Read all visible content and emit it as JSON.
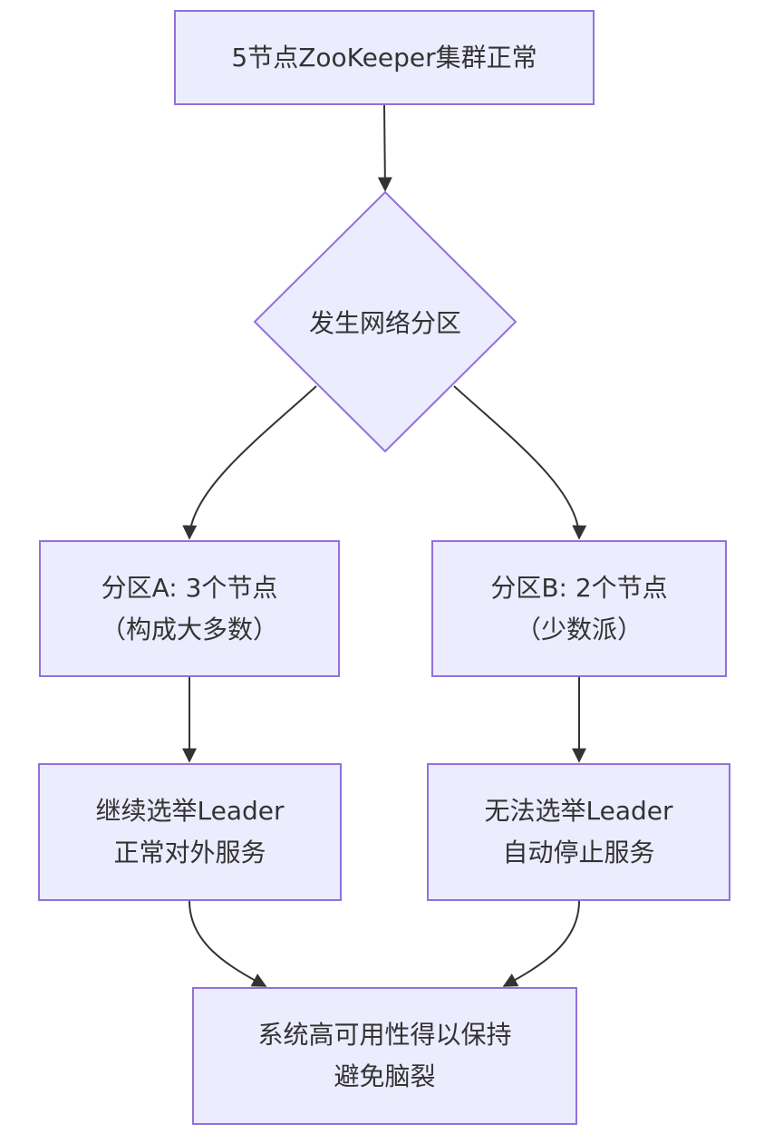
{
  "nodes": {
    "start": {
      "lines": [
        "5节点ZooKeeper集群正常"
      ]
    },
    "decision": {
      "label": "发生网络分区"
    },
    "partition_a": {
      "lines": [
        "分区A: 3个节点",
        "（构成大多数）"
      ]
    },
    "partition_b": {
      "lines": [
        "分区B: 2个节点",
        "（少数派）"
      ]
    },
    "continue_a": {
      "lines": [
        "继续选举Leader",
        "正常对外服务"
      ]
    },
    "stop_b": {
      "lines": [
        "无法选举Leader",
        "自动停止服务"
      ]
    },
    "result": {
      "lines": [
        "系统高可用性得以保持",
        "避免脑裂"
      ]
    }
  },
  "colors": {
    "node_fill": "#ececff",
    "node_stroke": "#9370db",
    "edge": "#333333",
    "text": "#333333"
  }
}
